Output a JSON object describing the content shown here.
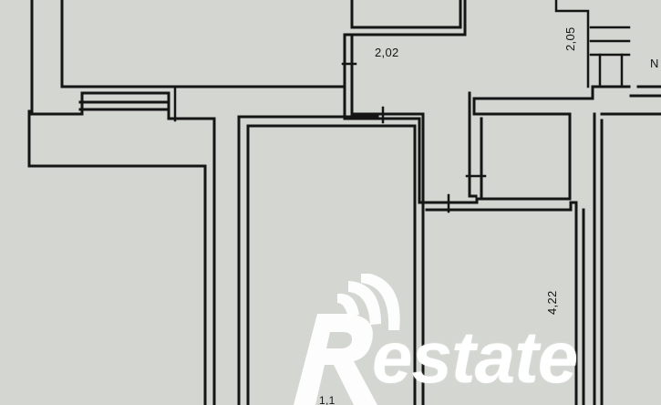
{
  "plan": {
    "dimensions": {
      "top_passage": "2,02",
      "right_top": "2,05",
      "right_room": "4,22",
      "edge_letter": "N",
      "bottom_partial": "1,1"
    }
  },
  "watermark": {
    "text": "estate",
    "color": "#ffffff"
  },
  "colors": {
    "paper": "#d4d6d2",
    "wall": "#151515"
  }
}
